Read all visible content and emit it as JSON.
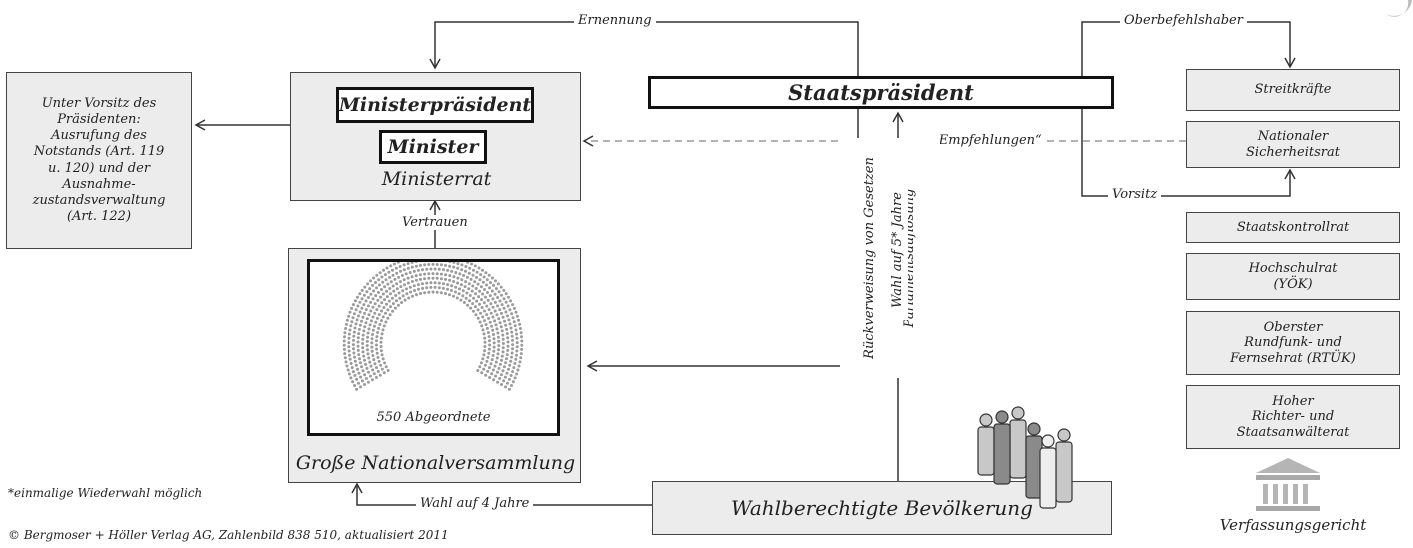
{
  "labels": {
    "ernennung": "Ernennung",
    "oberbefehlshaber": "Oberbefehlshaber",
    "empfehlungen": "„Empfehlungen“",
    "vorsitz": "Vorsitz",
    "vertrauen": "Vertrauen",
    "rueckverweisung_1": "Rückverweisung von Gesetzen",
    "rueckverweisung_2": "Parlamentsauflösung",
    "wahl_5": "Wahl auf 5* Jahre",
    "wahl_4": "Wahl auf 4 Jahre"
  },
  "state_president": "Staatspräsident",
  "council": {
    "prime_minister": "Ministerpräsident",
    "minister": "Minister",
    "label": "Ministerrat"
  },
  "emergency_note": "Unter Vorsitz des\nPräsidenten:\nAusrufung des\nNotstands (Art. 119\nu. 120) und der\nAusnahme-\nzustandsverwaltung\n(Art. 122)",
  "assembly": {
    "seats": "550 Abgeordnete",
    "label": "Große Nationalversammlung"
  },
  "electorate": "Wahlberechtigte Bevölkerung",
  "right_boxes": {
    "streitkraefte": "Streitkräfte",
    "sicherheitsrat": "Nationaler\nSicherheitsrat",
    "staatskontrollrat": "Staatskontrollrat",
    "hochschulrat": "Hochschulrat\n(YÖK)",
    "rtuek": "Oberster\nRundfunk- und\nFernsehrat (RTÜK)",
    "richter": "Hoher\nRichter- und\nStaatsanwälterat"
  },
  "court": "Verfassungsgericht",
  "footnote": "*einmalige Wiederwahl möglich",
  "copyright": "© Bergmoser + Höller Verlag AG, Zahlenbild 838 510, aktualisiert 2011"
}
